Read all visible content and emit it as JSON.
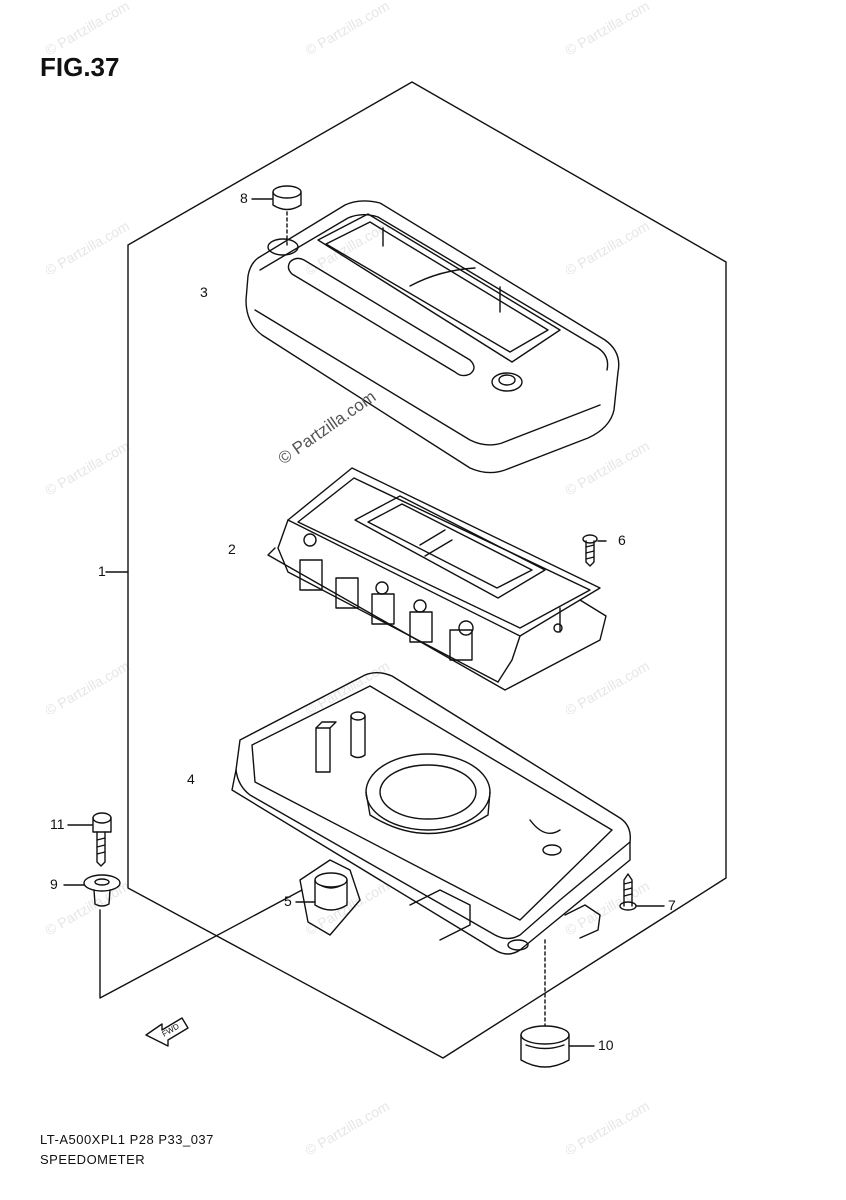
{
  "figure": {
    "title": "FIG.37",
    "footer_code": "LT-A500XPL1 P28 P33_037",
    "footer_name": "SPEEDOMETER"
  },
  "watermark": {
    "text": "© Partzilla.com",
    "center_text": "© Partzilla.com"
  },
  "callouts": {
    "c1": "1",
    "c2": "2",
    "c3": "3",
    "c4": "4",
    "c5": "5",
    "c6": "6",
    "c7": "7",
    "c8": "8",
    "c9": "9",
    "c10": "10",
    "c11": "11"
  },
  "fwd_label": "FWD"
}
